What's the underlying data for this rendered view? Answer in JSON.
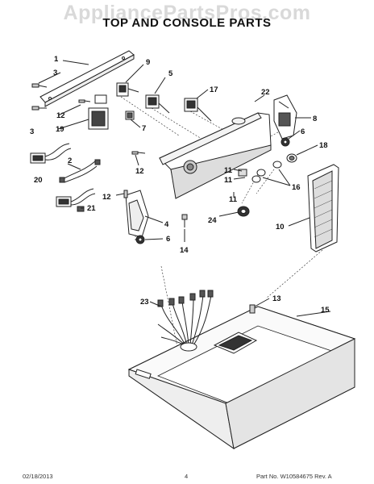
{
  "watermark": "AppliancePartsPros.com",
  "title": "TOP AND CONSOLE PARTS",
  "callouts": {
    "c1": "1",
    "c2": "2",
    "c3a": "3",
    "c3b": "3",
    "c4": "4",
    "c5": "5",
    "c6a": "6",
    "c6b": "6",
    "c7": "7",
    "c8": "8",
    "c9": "9",
    "c10": "10",
    "c11a": "11",
    "c11b": "11",
    "c11c": "11",
    "c12a": "12",
    "c12b": "12",
    "c12c": "12",
    "c13": "13",
    "c14": "14",
    "c15": "15",
    "c16": "16",
    "c17": "17",
    "c18": "18",
    "c19": "19",
    "c20": "20",
    "c21": "21",
    "c22": "22",
    "c23": "23",
    "c24": "24"
  },
  "footer": {
    "date": "02/18/2013",
    "page": "4",
    "part_no": "Part No.   W10584675   Rev. A"
  }
}
